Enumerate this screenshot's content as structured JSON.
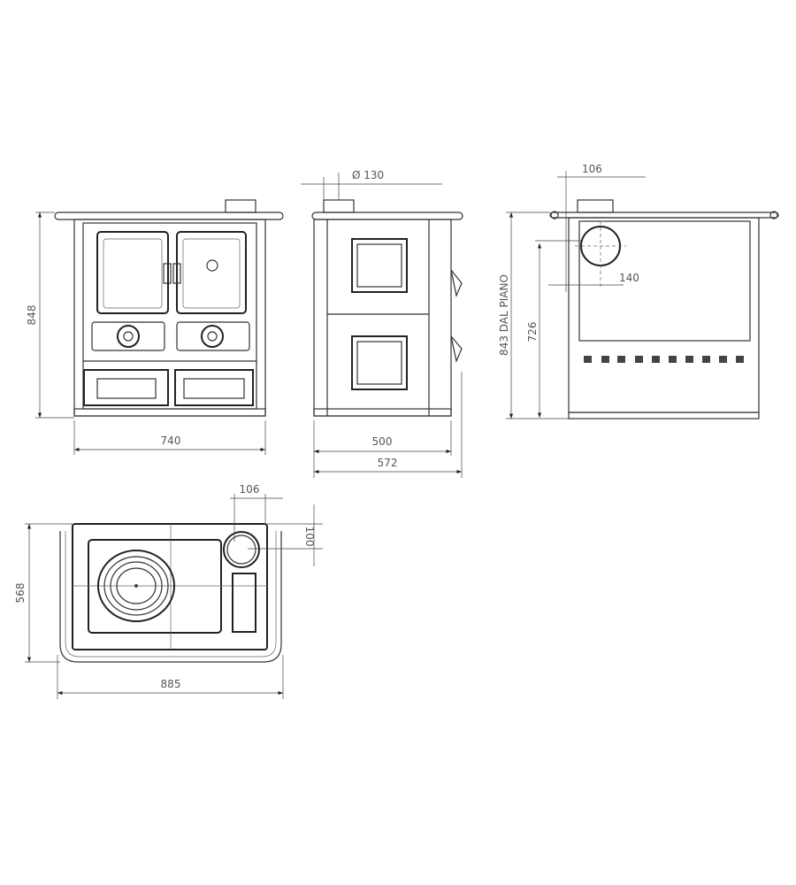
{
  "front_view": {
    "width_label": "740",
    "height_label": "848"
  },
  "side_view": {
    "flue_diameter_label": "Ø 130",
    "depth_label": "500",
    "total_depth_label": "572"
  },
  "rear_view": {
    "flue_offset_label": "106",
    "flue_side_label": "140",
    "flue_height_label": "726",
    "floor_height_label": "843 DAL PIANO"
  },
  "top_view": {
    "flue_offset_label": "106",
    "flue_back_label": "100",
    "depth_label": "568",
    "width_label": "885"
  }
}
